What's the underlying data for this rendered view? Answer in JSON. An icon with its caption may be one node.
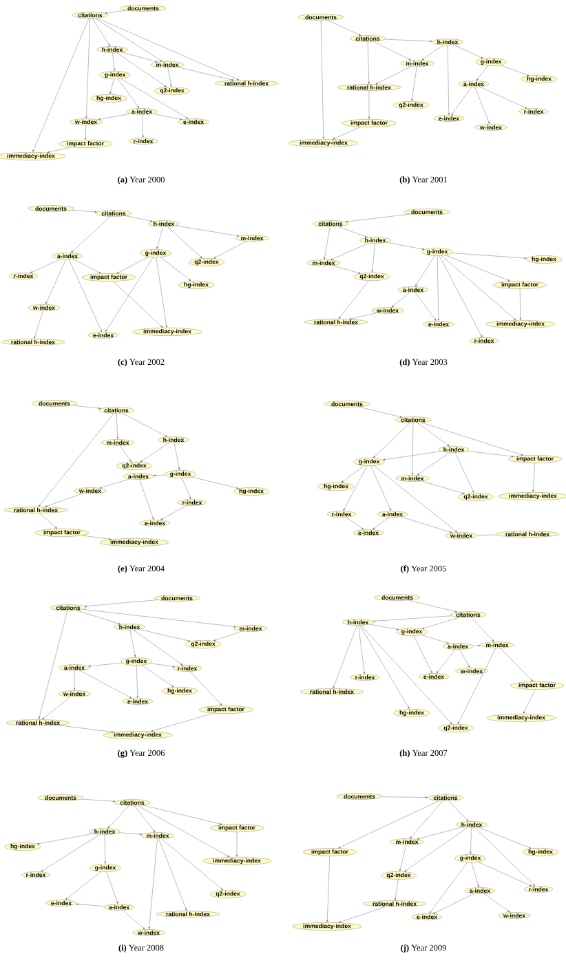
{
  "diagram": {
    "nodes": [
      {
        "text": [
          "documents"
        ]
      },
      {
        "text": [
          "citations"
        ]
      },
      {
        "text": [
          "h-index"
        ]
      },
      {
        "text": [
          "m-index"
        ]
      },
      {
        "text": [
          "rational h-index"
        ]
      },
      {
        "text": [
          "g-index"
        ]
      },
      {
        "text": [
          "q2-index"
        ]
      },
      {
        "text": [
          "hg-index"
        ]
      },
      {
        "text": [
          "a-index"
        ]
      },
      {
        "text": [
          "w-index"
        ]
      },
      {
        "text": [
          "e-index"
        ]
      },
      {
        "text": [
          "impact factor"
        ]
      },
      {
        "text": [
          "r-index"
        ]
      },
      {
        "text": [
          "immediacy-index"
        ]
      },
      {
        "text": [
          "documents"
        ]
      },
      {
        "text": [
          "citations"
        ]
      },
      {
        "text": [
          "h-index"
        ]
      },
      {
        "text": [
          "m-index"
        ]
      },
      {
        "text": [
          "g-index"
        ]
      },
      {
        "text": [
          "hg-index"
        ]
      },
      {
        "text": [
          "rational h-index"
        ]
      },
      {
        "text": [
          "a-index"
        ]
      },
      {
        "text": [
          "q2-index"
        ]
      },
      {
        "text": [
          "r-index"
        ]
      },
      {
        "text": [
          "e-index"
        ]
      },
      {
        "text": [
          "w-index"
        ]
      },
      {
        "text": [
          "impact factor"
        ]
      },
      {
        "text": [
          "immediacy-index"
        ]
      },
      {
        "text": [
          "documents"
        ]
      },
      {
        "text": [
          "citations"
        ]
      },
      {
        "text": [
          "h-index"
        ]
      },
      {
        "text": [
          "m-index"
        ]
      },
      {
        "text": [
          "a-index"
        ]
      },
      {
        "text": [
          "g-index"
        ]
      },
      {
        "text": [
          "q2-index"
        ]
      },
      {
        "text": [
          "r-index"
        ]
      },
      {
        "text": [
          "impact factor"
        ]
      },
      {
        "text": [
          "hg-index"
        ]
      },
      {
        "text": [
          "w-index"
        ]
      },
      {
        "text": [
          "e-index"
        ]
      },
      {
        "text": [
          "immediacy-index"
        ]
      },
      {
        "text": [
          "rational h-index"
        ]
      },
      {
        "text": [
          "documents"
        ]
      },
      {
        "text": [
          "citations"
        ]
      },
      {
        "text": [
          "h-index"
        ]
      },
      {
        "text": [
          "g-index"
        ]
      },
      {
        "text": [
          "m-index"
        ]
      },
      {
        "text": [
          "hg-index"
        ]
      },
      {
        "text": [
          "q2-index"
        ]
      },
      {
        "text": [
          "impact factor"
        ]
      },
      {
        "text": [
          "a-index"
        ]
      },
      {
        "text": [
          "w-index"
        ]
      },
      {
        "text": [
          "rational h-index"
        ]
      },
      {
        "text": [
          "e-index"
        ]
      },
      {
        "text": [
          "immediacy-index"
        ]
      },
      {
        "text": [
          "r-index"
        ]
      },
      {
        "text": [
          "documents"
        ]
      },
      {
        "text": [
          "citations"
        ]
      },
      {
        "text": [
          "m-index"
        ]
      },
      {
        "text": [
          "h-index"
        ]
      },
      {
        "text": [
          "q2-index"
        ]
      },
      {
        "text": [
          "g-index"
        ]
      },
      {
        "text": [
          "a-index"
        ]
      },
      {
        "text": [
          "hg-index"
        ]
      },
      {
        "text": [
          "w-index"
        ]
      },
      {
        "text": [
          "r-index"
        ]
      },
      {
        "text": [
          "rational h-index"
        ]
      },
      {
        "text": [
          "e-index"
        ]
      },
      {
        "text": [
          "impact factor"
        ]
      },
      {
        "text": [
          "immediacy-index"
        ]
      },
      {
        "text": [
          "documents"
        ]
      },
      {
        "text": [
          "citations"
        ]
      },
      {
        "text": [
          "h-index"
        ]
      },
      {
        "text": [
          "impact factor"
        ]
      },
      {
        "text": [
          "g-index"
        ]
      },
      {
        "text": [
          "m-index"
        ]
      },
      {
        "text": [
          "hg-index"
        ]
      },
      {
        "text": [
          "q2-index"
        ]
      },
      {
        "text": [
          "immediacy-index"
        ]
      },
      {
        "text": [
          "r-index"
        ]
      },
      {
        "text": [
          "a-index"
        ]
      },
      {
        "text": [
          "e-index"
        ]
      },
      {
        "text": [
          "w-index"
        ]
      },
      {
        "text": [
          "rational h-index"
        ]
      },
      {
        "text": [
          "documents"
        ]
      },
      {
        "text": [
          "citations"
        ]
      },
      {
        "text": [
          "h-index"
        ]
      },
      {
        "text": [
          "m-index"
        ]
      },
      {
        "text": [
          "q2-index"
        ]
      },
      {
        "text": [
          "a-index"
        ]
      },
      {
        "text": [
          "g-index"
        ]
      },
      {
        "text": [
          "r-index"
        ]
      },
      {
        "text": [
          "w-index"
        ]
      },
      {
        "text": [
          "hg-index"
        ]
      },
      {
        "text": [
          "e-index"
        ]
      },
      {
        "text": [
          "impact factor"
        ]
      },
      {
        "text": [
          "rational h-index"
        ]
      },
      {
        "text": [
          "immediacy-index"
        ]
      },
      {
        "text": [
          "documents"
        ]
      },
      {
        "text": [
          "citations"
        ]
      },
      {
        "text": [
          "h-index"
        ]
      },
      {
        "text": [
          "g-index"
        ]
      },
      {
        "text": [
          "a-index"
        ]
      },
      {
        "text": [
          "m-index"
        ]
      },
      {
        "text": [
          "r-index"
        ]
      },
      {
        "text": [
          "e-index"
        ]
      },
      {
        "text": [
          "w-index"
        ]
      },
      {
        "text": [
          "rational h-index"
        ]
      },
      {
        "text": [
          "impact factor"
        ]
      },
      {
        "text": [
          "hg-index"
        ]
      },
      {
        "text": [
          "immediacy-index"
        ]
      },
      {
        "text": [
          "q2-index"
        ]
      },
      {
        "text": [
          "documents"
        ]
      },
      {
        "text": [
          "citations"
        ]
      },
      {
        "text": [
          "impact factor"
        ]
      },
      {
        "text": [
          "h-index"
        ]
      },
      {
        "text": [
          "m-index"
        ]
      },
      {
        "text": [
          "hg-index"
        ]
      },
      {
        "text": [
          "immediacy-index"
        ]
      },
      {
        "text": [
          "r-index"
        ]
      },
      {
        "text": [
          "g-index"
        ]
      },
      {
        "text": [
          "q2-index"
        ]
      },
      {
        "text": [
          "e-index"
        ]
      },
      {
        "text": [
          "a-index"
        ]
      },
      {
        "text": [
          "rational h-index"
        ]
      },
      {
        "text": [
          "w-index"
        ]
      },
      {
        "text": [
          "documents"
        ]
      },
      {
        "text": [
          "citations"
        ]
      },
      {
        "text": [
          "h-index"
        ]
      },
      {
        "text": [
          "impact factor"
        ]
      },
      {
        "text": [
          "m-index"
        ]
      },
      {
        "text": [
          "hg-index"
        ]
      },
      {
        "text": [
          "g-index"
        ]
      },
      {
        "text": [
          "q2-index"
        ]
      },
      {
        "text": [
          "a-index"
        ]
      },
      {
        "text": [
          "r-index"
        ]
      },
      {
        "text": [
          "rational h-index"
        ]
      },
      {
        "text": [
          "e-index"
        ]
      },
      {
        "text": [
          "w-index"
        ]
      },
      {
        "text": [
          "immediacy-index"
        ]
      }
    ],
    "edges": [
      {
        "from": 0,
        "to": 1,
        "arrow": "to"
      },
      {
        "from": 1,
        "to": 2,
        "arrow": "to"
      },
      {
        "from": 1,
        "to": 3,
        "arrow": "to"
      },
      {
        "from": 1,
        "to": 4,
        "arrow": "to"
      },
      {
        "from": 1,
        "to": 9,
        "arrow": "to"
      },
      {
        "from": 1,
        "to": 13,
        "arrow": "to"
      },
      {
        "from": 2,
        "to": 3,
        "arrow": "to"
      },
      {
        "from": 2,
        "to": 5,
        "arrow": "to"
      },
      {
        "from": 2,
        "to": 6,
        "arrow": "to"
      },
      {
        "from": 3,
        "to": 6,
        "arrow": "to"
      },
      {
        "from": 3,
        "to": 4,
        "arrow": "to"
      },
      {
        "from": 5,
        "to": 7,
        "arrow": "to"
      },
      {
        "from": 5,
        "to": 8,
        "arrow": "to"
      },
      {
        "from": 5,
        "to": 10,
        "arrow": "to"
      },
      {
        "from": 8,
        "to": 9,
        "arrow": "to"
      },
      {
        "from": 8,
        "to": 10,
        "arrow": "to"
      },
      {
        "from": 8,
        "to": 12,
        "arrow": "to"
      },
      {
        "from": 9,
        "to": 11,
        "arrow": "to"
      },
      {
        "from": 11,
        "to": 13,
        "arrow": "to"
      },
      {
        "from": 14,
        "to": 15,
        "arrow": "to"
      },
      {
        "from": 14,
        "to": 27,
        "arrow": "to"
      },
      {
        "from": 15,
        "to": 16,
        "arrow": "to"
      },
      {
        "from": 15,
        "to": 17,
        "arrow": "to"
      },
      {
        "from": 15,
        "to": 20,
        "arrow": "to"
      },
      {
        "from": 16,
        "to": 17,
        "arrow": "to"
      },
      {
        "from": 16,
        "to": 18,
        "arrow": "to"
      },
      {
        "from": 16,
        "to": 24,
        "arrow": "to"
      },
      {
        "from": 17,
        "to": 20,
        "arrow": "to"
      },
      {
        "from": 17,
        "to": 22,
        "arrow": "to"
      },
      {
        "from": 18,
        "to": 19,
        "arrow": "to"
      },
      {
        "from": 18,
        "to": 21,
        "arrow": "to"
      },
      {
        "from": 21,
        "to": 24,
        "arrow": "to"
      },
      {
        "from": 21,
        "to": 25,
        "arrow": "to"
      },
      {
        "from": 21,
        "to": 23,
        "arrow": "to"
      },
      {
        "from": 20,
        "to": 26,
        "arrow": "to"
      },
      {
        "from": 26,
        "to": 27,
        "arrow": "to"
      },
      {
        "from": 28,
        "to": 29,
        "arrow": "to"
      },
      {
        "from": 29,
        "to": 30,
        "arrow": "to"
      },
      {
        "from": 29,
        "to": 32,
        "arrow": "to"
      },
      {
        "from": 30,
        "to": 33,
        "arrow": "to"
      },
      {
        "from": 30,
        "to": 34,
        "arrow": "to"
      },
      {
        "from": 30,
        "to": 31,
        "arrow": "to"
      },
      {
        "from": 31,
        "to": 34,
        "arrow": "to"
      },
      {
        "from": 32,
        "to": 35,
        "arrow": "to"
      },
      {
        "from": 32,
        "to": 36,
        "arrow": "to"
      },
      {
        "from": 32,
        "to": 38,
        "arrow": "to"
      },
      {
        "from": 32,
        "to": 39,
        "arrow": "to"
      },
      {
        "from": 33,
        "to": 36,
        "arrow": "to"
      },
      {
        "from": 33,
        "to": 37,
        "arrow": "to"
      },
      {
        "from": 33,
        "to": 39,
        "arrow": "to"
      },
      {
        "from": 33,
        "to": 40,
        "arrow": "to"
      },
      {
        "from": 36,
        "to": 40,
        "arrow": "to"
      },
      {
        "from": 38,
        "to": 41,
        "arrow": "to"
      },
      {
        "from": 42,
        "to": 43,
        "arrow": "to"
      },
      {
        "from": 43,
        "to": 44,
        "arrow": "to"
      },
      {
        "from": 43,
        "to": 46,
        "arrow": "to"
      },
      {
        "from": 44,
        "to": 46,
        "arrow": "to"
      },
      {
        "from": 44,
        "to": 48,
        "arrow": "to"
      },
      {
        "from": 44,
        "to": 45,
        "arrow": "to"
      },
      {
        "from": 46,
        "to": 48,
        "arrow": "to"
      },
      {
        "from": 45,
        "to": 47,
        "arrow": "to"
      },
      {
        "from": 45,
        "to": 50,
        "arrow": "to"
      },
      {
        "from": 45,
        "to": 53,
        "arrow": "to"
      },
      {
        "from": 45,
        "to": 55,
        "arrow": "to"
      },
      {
        "from": 45,
        "to": 49,
        "arrow": "to"
      },
      {
        "from": 45,
        "to": 54,
        "arrow": "to"
      },
      {
        "from": 49,
        "to": 54,
        "arrow": "to"
      },
      {
        "from": 48,
        "to": 52,
        "arrow": "to"
      },
      {
        "from": 50,
        "to": 51,
        "arrow": "to"
      },
      {
        "from": 50,
        "to": 53,
        "arrow": "to"
      },
      {
        "from": 51,
        "to": 52,
        "arrow": "to"
      },
      {
        "from": 56,
        "to": 57,
        "arrow": "to"
      },
      {
        "from": 57,
        "to": 58,
        "arrow": "to"
      },
      {
        "from": 57,
        "to": 59,
        "arrow": "to"
      },
      {
        "from": 57,
        "to": 66,
        "arrow": "to"
      },
      {
        "from": 58,
        "to": 60,
        "arrow": "to"
      },
      {
        "from": 59,
        "to": 60,
        "arrow": "to"
      },
      {
        "from": 59,
        "to": 61,
        "arrow": "to"
      },
      {
        "from": 61,
        "to": 62,
        "arrow": "to"
      },
      {
        "from": 61,
        "to": 65,
        "arrow": "to"
      },
      {
        "from": 61,
        "to": 63,
        "arrow": "to"
      },
      {
        "from": 62,
        "to": 64,
        "arrow": "to"
      },
      {
        "from": 62,
        "to": 67,
        "arrow": "to"
      },
      {
        "from": 65,
        "to": 67,
        "arrow": "to"
      },
      {
        "from": 64,
        "to": 66,
        "arrow": "to"
      },
      {
        "from": 66,
        "to": 68,
        "arrow": "to"
      },
      {
        "from": 68,
        "to": 69,
        "arrow": "to"
      },
      {
        "from": 70,
        "to": 71,
        "arrow": "to"
      },
      {
        "from": 71,
        "to": 72,
        "arrow": "to"
      },
      {
        "from": 71,
        "to": 73,
        "arrow": "to"
      },
      {
        "from": 71,
        "to": 74,
        "arrow": "to"
      },
      {
        "from": 71,
        "to": 75,
        "arrow": "to"
      },
      {
        "from": 72,
        "to": 74,
        "arrow": "to"
      },
      {
        "from": 72,
        "to": 73,
        "arrow": "to"
      },
      {
        "from": 72,
        "to": 75,
        "arrow": "to"
      },
      {
        "from": 72,
        "to": 77,
        "arrow": "to"
      },
      {
        "from": 75,
        "to": 77,
        "arrow": "to"
      },
      {
        "from": 73,
        "to": 78,
        "arrow": "to"
      },
      {
        "from": 74,
        "to": 76,
        "arrow": "to"
      },
      {
        "from": 74,
        "to": 79,
        "arrow": "to"
      },
      {
        "from": 74,
        "to": 80,
        "arrow": "to"
      },
      {
        "from": 74,
        "to": 82,
        "arrow": "to"
      },
      {
        "from": 79,
        "to": 81,
        "arrow": "to"
      },
      {
        "from": 80,
        "to": 81,
        "arrow": "to"
      },
      {
        "from": 80,
        "to": 82,
        "arrow": "to"
      },
      {
        "from": 82,
        "to": 83,
        "arrow": "none"
      },
      {
        "from": 84,
        "to": 85,
        "arrow": "to"
      },
      {
        "from": 85,
        "to": 86,
        "arrow": "to"
      },
      {
        "from": 85,
        "to": 87,
        "arrow": "to"
      },
      {
        "from": 85,
        "to": 96,
        "arrow": "to"
      },
      {
        "from": 86,
        "to": 88,
        "arrow": "to"
      },
      {
        "from": 86,
        "to": 90,
        "arrow": "to"
      },
      {
        "from": 86,
        "to": 91,
        "arrow": "to"
      },
      {
        "from": 87,
        "to": 88,
        "arrow": "to"
      },
      {
        "from": 90,
        "to": 89,
        "arrow": "to"
      },
      {
        "from": 90,
        "to": 91,
        "arrow": "to"
      },
      {
        "from": 90,
        "to": 94,
        "arrow": "to"
      },
      {
        "from": 90,
        "to": 93,
        "arrow": "to"
      },
      {
        "from": 89,
        "to": 92,
        "arrow": "to"
      },
      {
        "from": 89,
        "to": 94,
        "arrow": "to"
      },
      {
        "from": 92,
        "to": 96,
        "arrow": "to"
      },
      {
        "from": 91,
        "to": 95,
        "arrow": "to"
      },
      {
        "from": 96,
        "to": 97,
        "arrow": "to"
      },
      {
        "from": 95,
        "to": 97,
        "arrow": "to"
      },
      {
        "from": 98,
        "to": 99,
        "arrow": "to"
      },
      {
        "from": 99,
        "to": 100,
        "arrow": "to"
      },
      {
        "from": 99,
        "to": 101,
        "arrow": "to"
      },
      {
        "from": 99,
        "to": 103,
        "arrow": "to"
      },
      {
        "from": 100,
        "to": 101,
        "arrow": "to"
      },
      {
        "from": 100,
        "to": 104,
        "arrow": "to"
      },
      {
        "from": 100,
        "to": 107,
        "arrow": "to"
      },
      {
        "from": 100,
        "to": 109,
        "arrow": "to"
      },
      {
        "from": 100,
        "to": 111,
        "arrow": "to"
      },
      {
        "from": 101,
        "to": 102,
        "arrow": "to"
      },
      {
        "from": 101,
        "to": 105,
        "arrow": "to"
      },
      {
        "from": 102,
        "to": 103,
        "arrow": "to"
      },
      {
        "from": 102,
        "to": 105,
        "arrow": "to"
      },
      {
        "from": 102,
        "to": 106,
        "arrow": "to"
      },
      {
        "from": 103,
        "to": 111,
        "arrow": "to"
      },
      {
        "from": 103,
        "to": 108,
        "arrow": "to"
      },
      {
        "from": 108,
        "to": 110,
        "arrow": "to"
      },
      {
        "from": 112,
        "to": 113,
        "arrow": "to"
      },
      {
        "from": 113,
        "to": 115,
        "arrow": "to"
      },
      {
        "from": 113,
        "to": 116,
        "arrow": "to"
      },
      {
        "from": 113,
        "to": 114,
        "arrow": "to"
      },
      {
        "from": 113,
        "to": 118,
        "arrow": "to"
      },
      {
        "from": 114,
        "to": 118,
        "arrow": "to"
      },
      {
        "from": 115,
        "to": 117,
        "arrow": "to"
      },
      {
        "from": 115,
        "to": 119,
        "arrow": "to"
      },
      {
        "from": 115,
        "to": 120,
        "arrow": "to"
      },
      {
        "from": 115,
        "to": 116,
        "arrow": "to"
      },
      {
        "from": 116,
        "to": 125,
        "arrow": "to"
      },
      {
        "from": 116,
        "to": 124,
        "arrow": "to"
      },
      {
        "from": 116,
        "to": 121,
        "arrow": "to"
      },
      {
        "from": 120,
        "to": 122,
        "arrow": "to"
      },
      {
        "from": 120,
        "to": 123,
        "arrow": "to"
      },
      {
        "from": 123,
        "to": 122,
        "arrow": "to"
      },
      {
        "from": 123,
        "to": 125,
        "arrow": "to"
      },
      {
        "from": 126,
        "to": 127,
        "arrow": "to"
      },
      {
        "from": 127,
        "to": 129,
        "arrow": "to"
      },
      {
        "from": 127,
        "to": 130,
        "arrow": "to"
      },
      {
        "from": 127,
        "to": 128,
        "arrow": "to"
      },
      {
        "from": 128,
        "to": 130,
        "arrow": "to"
      },
      {
        "from": 128,
        "to": 133,
        "arrow": "to"
      },
      {
        "from": 128,
        "to": 132,
        "arrow": "to"
      },
      {
        "from": 128,
        "to": 131,
        "arrow": "to"
      },
      {
        "from": 128,
        "to": 135,
        "arrow": "to"
      },
      {
        "from": 130,
        "to": 133,
        "arrow": "to"
      },
      {
        "from": 132,
        "to": 134,
        "arrow": "to"
      },
      {
        "from": 132,
        "to": 137,
        "arrow": "to"
      },
      {
        "from": 132,
        "to": 135,
        "arrow": "to"
      },
      {
        "from": 134,
        "to": 137,
        "arrow": "to"
      },
      {
        "from": 134,
        "to": 138,
        "arrow": "to"
      },
      {
        "from": 133,
        "to": 136,
        "arrow": "to"
      },
      {
        "from": 136,
        "to": 139,
        "arrow": "to"
      },
      {
        "from": 129,
        "to": 139,
        "arrow": "to"
      }
    ],
    "labels": [
      "**(a)** Year 2000",
      "**(b)** Year 2001",
      "**(c)** Year 2002",
      "**(d)** Year 2003",
      "**(e)** Year 2004",
      "**(f)** Year 2005",
      "**(g)** Year 2006",
      "**(h)** Year 2007",
      "**(i)** Year 2008",
      "**(j)** Year 2009"
    ]
  }
}
